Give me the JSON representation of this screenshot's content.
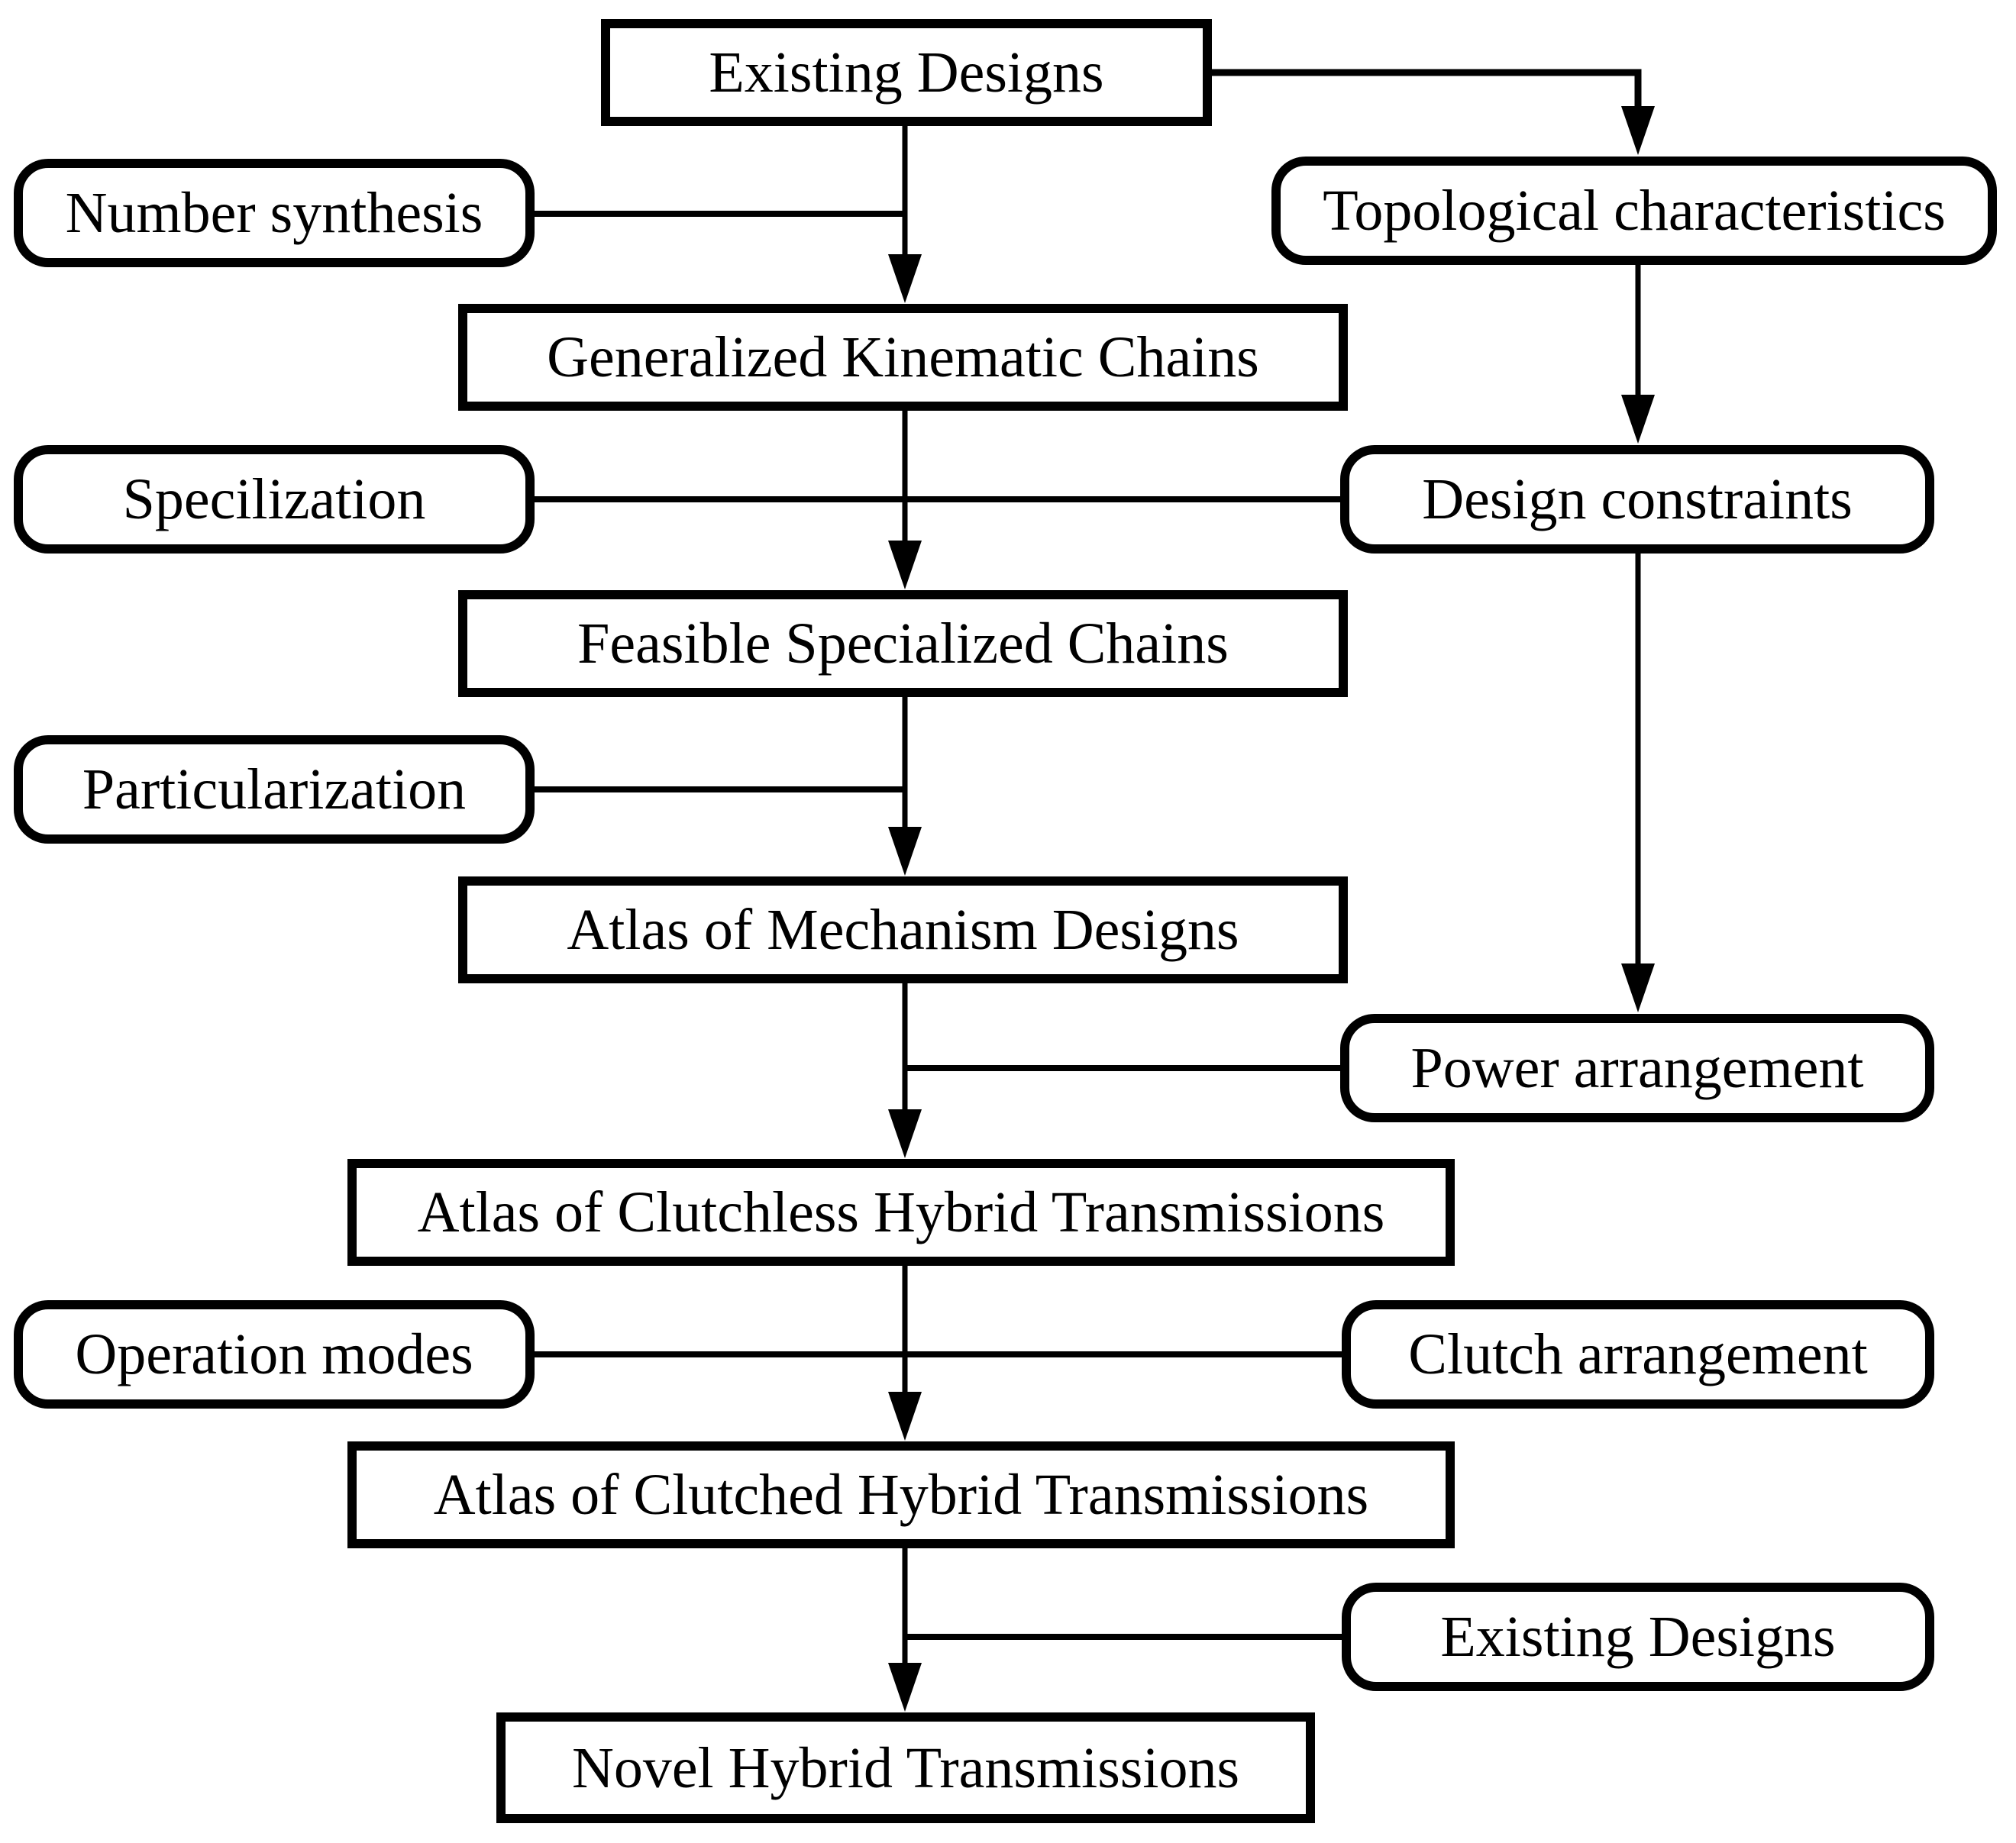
{
  "diagram": {
    "background_color": "#ffffff",
    "line_color": "#000000",
    "box_fill_color": "#ffffff",
    "nodes": {
      "existing_designs_top": {
        "label": "Existing Designs",
        "shape": "rectangle"
      },
      "number_synthesis": {
        "label": "Number synthesis",
        "shape": "rounded"
      },
      "topological_characteristics": {
        "label": "Topological characteristics",
        "shape": "rounded"
      },
      "generalized_kinematic_chains": {
        "label": "Generalized Kinematic Chains",
        "shape": "rectangle"
      },
      "specilization": {
        "label": "Specilization",
        "shape": "rounded"
      },
      "design_constraints": {
        "label": "Design constraints",
        "shape": "rounded"
      },
      "feasible_specialized_chains": {
        "label": "Feasible Specialized Chains",
        "shape": "rectangle"
      },
      "particularization": {
        "label": "Particularization",
        "shape": "rounded"
      },
      "atlas_of_mechanism_designs": {
        "label": "Atlas of Mechanism Designs",
        "shape": "rectangle"
      },
      "power_arrangement": {
        "label": "Power arrangement",
        "shape": "rounded"
      },
      "atlas_of_clutchless_hybrid_transmissions": {
        "label": "Atlas of Clutchless Hybrid Transmissions",
        "shape": "rectangle"
      },
      "operation_modes": {
        "label": "Operation modes",
        "shape": "rounded"
      },
      "clutch_arrangement": {
        "label": "Clutch arrangement",
        "shape": "rounded"
      },
      "atlas_of_clutched_hybrid_transmissions": {
        "label": "Atlas of Clutched Hybrid Transmissions",
        "shape": "rectangle"
      },
      "existing_designs_bottom": {
        "label": "Existing Designs",
        "shape": "rounded"
      },
      "novel_hybrid_transmissions": {
        "label": "Novel Hybrid Transmissions",
        "shape": "rectangle"
      }
    },
    "connections": [
      {
        "from": "existing_designs_top",
        "to": "generalized_kinematic_chains",
        "type": "arrow"
      },
      {
        "from": "existing_designs_top",
        "to": "topological_characteristics",
        "type": "arrow"
      },
      {
        "from": "number_synthesis",
        "to": "generalized_kinematic_chains",
        "type": "line"
      },
      {
        "from": "topological_characteristics",
        "to": "design_constraints",
        "type": "arrow"
      },
      {
        "from": "generalized_kinematic_chains",
        "to": "feasible_specialized_chains",
        "type": "arrow"
      },
      {
        "from": "specilization",
        "to": "feasible_specialized_chains",
        "type": "line"
      },
      {
        "from": "design_constraints",
        "to": "feasible_specialized_chains",
        "type": "line"
      },
      {
        "from": "feasible_specialized_chains",
        "to": "atlas_of_mechanism_designs",
        "type": "arrow"
      },
      {
        "from": "particularization",
        "to": "atlas_of_mechanism_designs",
        "type": "line"
      },
      {
        "from": "design_constraints",
        "to": "power_arrangement",
        "type": "arrow"
      },
      {
        "from": "atlas_of_mechanism_designs",
        "to": "atlas_of_clutchless_hybrid_transmissions",
        "type": "arrow"
      },
      {
        "from": "power_arrangement",
        "to": "atlas_of_clutchless_hybrid_transmissions",
        "type": "line"
      },
      {
        "from": "atlas_of_clutchless_hybrid_transmissions",
        "to": "atlas_of_clutched_hybrid_transmissions",
        "type": "arrow"
      },
      {
        "from": "operation_modes",
        "to": "atlas_of_clutched_hybrid_transmissions",
        "type": "line"
      },
      {
        "from": "clutch_arrangement",
        "to": "atlas_of_clutched_hybrid_transmissions",
        "type": "line"
      },
      {
        "from": "atlas_of_clutched_hybrid_transmissions",
        "to": "novel_hybrid_transmissions",
        "type": "arrow"
      },
      {
        "from": "existing_designs_bottom",
        "to": "novel_hybrid_transmissions",
        "type": "line"
      }
    ]
  }
}
